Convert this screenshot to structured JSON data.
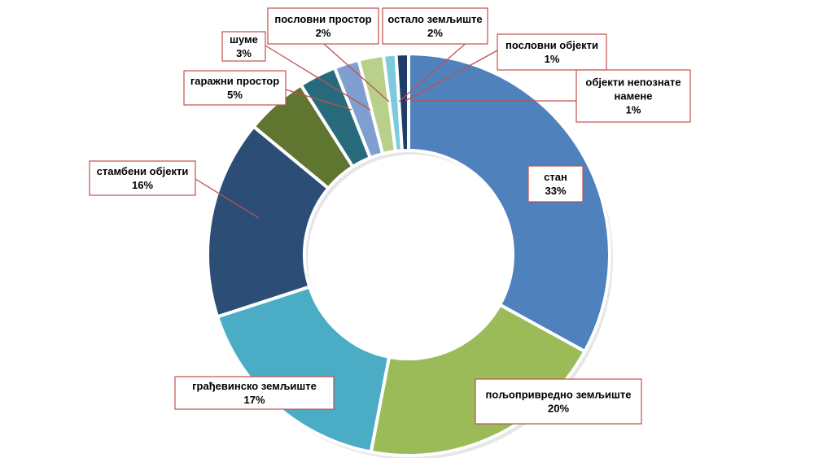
{
  "chart_data": {
    "type": "pie",
    "variant": "donut",
    "legend": "none",
    "data_labels": "category and percent in callout boxes",
    "slices": [
      {
        "label": "стан",
        "value": 33,
        "percent_label": "33%",
        "color": "#4f81bd"
      },
      {
        "label": "пољопривредно земљиште",
        "value": 20,
        "percent_label": "20%",
        "color": "#9bbb59"
      },
      {
        "label": "грађевинско земљиште",
        "value": 17,
        "percent_label": "17%",
        "color": "#4bacc6"
      },
      {
        "label": "стамбени објекти",
        "value": 16,
        "percent_label": "16%",
        "color": "#2c4d75"
      },
      {
        "label": "гаражни простор",
        "value": 5,
        "percent_label": "5%",
        "color": "#5f7530"
      },
      {
        "label": "шуме",
        "value": 3,
        "percent_label": "3%",
        "color": "#276a7c"
      },
      {
        "label": "пословни простор",
        "value": 2,
        "percent_label": "2%",
        "color": "#7f9fd0"
      },
      {
        "label": "остало земљиште",
        "value": 2,
        "percent_label": "2%",
        "color": "#b8d08a"
      },
      {
        "label": "пословни објекти",
        "value": 1,
        "percent_label": "1%",
        "color": "#7ec9dc"
      },
      {
        "label": "објекти непознате намене",
        "value": 1,
        "percent_label": "1%",
        "color": "#1f3d6b"
      }
    ]
  }
}
